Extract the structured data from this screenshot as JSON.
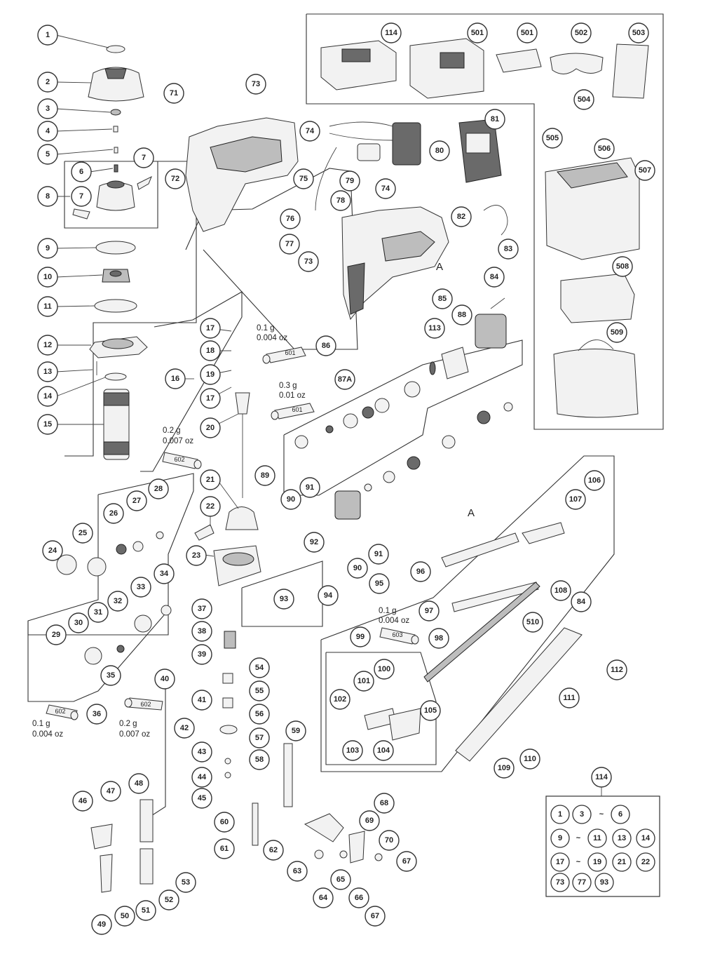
{
  "callouts": [
    "1",
    "2",
    "3",
    "4",
    "5",
    "6",
    "7",
    "7",
    "8",
    "9",
    "10",
    "11",
    "12",
    "13",
    "14",
    "15",
    "16",
    "17",
    "18",
    "19",
    "17",
    "20",
    "21",
    "22",
    "23",
    "24",
    "25",
    "26",
    "27",
    "28",
    "29",
    "30",
    "31",
    "32",
    "33",
    "34",
    "35",
    "36",
    "37",
    "38",
    "39",
    "40",
    "41",
    "42",
    "43",
    "44",
    "45",
    "46",
    "47",
    "48",
    "49",
    "50",
    "51",
    "52",
    "53",
    "54",
    "55",
    "56",
    "57",
    "58",
    "59",
    "60",
    "61",
    "62",
    "63",
    "64",
    "65",
    "66",
    "67",
    "67",
    "68",
    "69",
    "70",
    "71",
    "72",
    "73",
    "73",
    "74",
    "74",
    "75",
    "76",
    "77",
    "78",
    "79",
    "80",
    "81",
    "82",
    "83",
    "84",
    "84",
    "85",
    "86",
    "87A",
    "88",
    "89",
    "90",
    "90",
    "91",
    "91",
    "92",
    "93",
    "94",
    "95",
    "96",
    "97",
    "98",
    "99",
    "100",
    "101",
    "102",
    "103",
    "104",
    "105",
    "106",
    "107",
    "108",
    "109",
    "110",
    "111",
    "112",
    "113",
    "114",
    "501",
    "501",
    "502",
    "503",
    "504",
    "505",
    "506",
    "507",
    "508",
    "509",
    "510",
    "61"
  ],
  "grease_notes": [
    {
      "g": "0.1 g",
      "oz": "0.004 oz"
    },
    {
      "g": "0.3 g",
      "oz": "0.01 oz"
    },
    {
      "g": "0.2 g",
      "oz": "0.007 oz"
    },
    {
      "g": "0.1 g",
      "oz": "0.004 oz"
    },
    {
      "g": "0.2 g",
      "oz": "0.007 oz"
    },
    {
      "g": "0.1 g",
      "oz": "0.004 oz"
    }
  ],
  "grease_tubes": [
    "601",
    "601",
    "602",
    "602",
    "602",
    "603"
  ],
  "reference_letters": [
    "A",
    "A"
  ],
  "set_box": {
    "label": "114",
    "items": [
      "1",
      "3",
      "6",
      "9",
      "11",
      "13",
      "14",
      "17",
      "19",
      "21",
      "22",
      "73",
      "77",
      "93"
    ],
    "tilde": "~"
  }
}
